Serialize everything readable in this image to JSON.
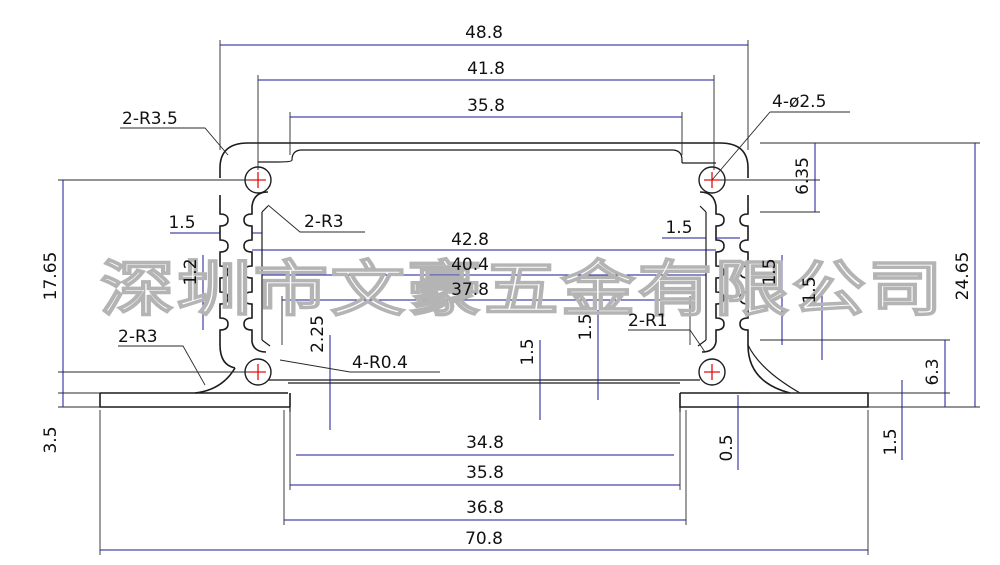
{
  "watermark": "深圳市文豪五金有限公司",
  "widths": {
    "outer_top": "48.8",
    "inner_top_1": "41.8",
    "inner_top_2": "35.8",
    "slot_1": "42.8",
    "slot_2": "40.4",
    "slot_3": "37.8",
    "bottom_1": "34.8",
    "bottom_2": "35.8",
    "bottom_3": "36.8",
    "overall": "70.8"
  },
  "heights": {
    "left_main": "17.65",
    "right_total": "24.65",
    "top_offset": "6.35",
    "bottom_offset": "6.3",
    "flange_left": "3.5",
    "flange_right": "1.5",
    "step": "0.5",
    "rib_left": "1.2",
    "inner_gap": "2.25",
    "center_a": "1.5",
    "center_b": "1.5",
    "right_rib_a": "1.5",
    "right_rib_b": "1.5"
  },
  "walls": {
    "left": "1.5",
    "right": "1.5"
  },
  "callouts": {
    "corner_radius": "2-R3.5",
    "holes": "4-ø2.5",
    "slot_radius": "2-R3",
    "fillet_radius": "2-R3",
    "small_radius": "4-R0.4",
    "right_radius": "2-R1"
  },
  "colors": {
    "profile": "#1c1c1c",
    "dimension": "#1a1a99",
    "hole_mark": "#e01010",
    "watermark": "#b4b4b4"
  }
}
